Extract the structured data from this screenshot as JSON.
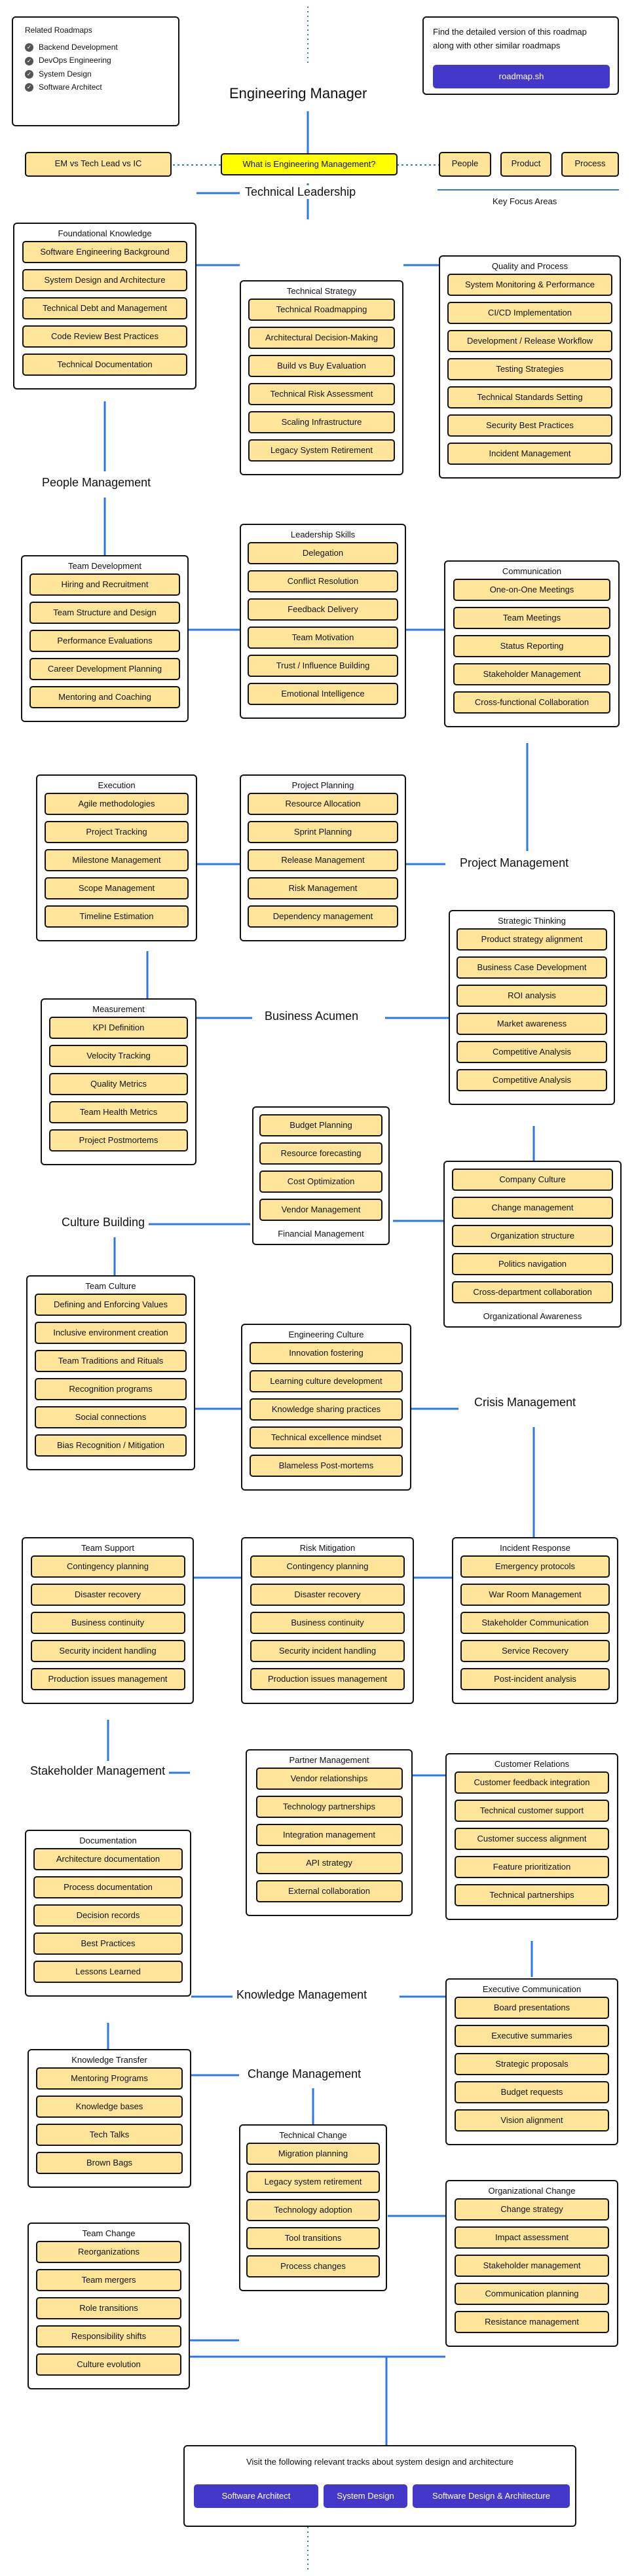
{
  "title": "Engineering Manager",
  "related": {
    "heading": "Related Roadmaps",
    "items": [
      "Backend Development",
      "DevOps Engineering",
      "System Design",
      "Software Architect"
    ]
  },
  "promo": {
    "text_line1": "Find the detailed version of this roadmap",
    "text_line2": "along with other similar roadmaps",
    "button": "roadmap.sh"
  },
  "intro": {
    "left": "EM vs Tech Lead vs IC",
    "center": "What is Engineering Management?",
    "right": [
      "People",
      "Product",
      "Process"
    ],
    "key_focus_label": "Key Focus Areas"
  },
  "headings": {
    "technical_leadership": "Technical Leadership",
    "people_management": "People Management",
    "project_management": "Project Management",
    "business_acumen": "Business Acumen",
    "culture_building": "Culture Building",
    "crisis_management": "Crisis Management",
    "stakeholder_management": "Stakeholder Management",
    "knowledge_management": "Knowledge Management",
    "change_management": "Change Management"
  },
  "groups": {
    "foundational": {
      "title": "Foundational Knowledge",
      "items": [
        "Software Engineering Background",
        "System Design and Architecture",
        "Technical Debt and Management",
        "Code Review Best Practices",
        "Technical Documentation"
      ]
    },
    "tech_strategy": {
      "title": "Technical Strategy",
      "items": [
        "Technical Roadmapping",
        "Architectural Decision-Making",
        "Build vs Buy Evaluation",
        "Technical Risk Assessment",
        "Scaling Infrastructure",
        "Legacy System Retirement"
      ]
    },
    "quality": {
      "title": "Quality and Process",
      "items": [
        "System Monitoring & Performance",
        "CI/CD Implementation",
        "Development / Release Workflow",
        "Testing Strategies",
        "Technical Standards Setting",
        "Security Best Practices",
        "Incident Management"
      ]
    },
    "team_dev": {
      "title": "Team Development",
      "items": [
        "Hiring and Recruitment",
        "Team Structure and Design",
        "Performance Evaluations",
        "Career Development Planning",
        "Mentoring and Coaching"
      ]
    },
    "leadership": {
      "title": "Leadership Skills",
      "items": [
        "Delegation",
        "Conflict Resolution",
        "Feedback Delivery",
        "Team Motivation",
        "Trust / Influence Building",
        "Emotional Intelligence"
      ]
    },
    "communication": {
      "title": "Communication",
      "items": [
        "One-on-One Meetings",
        "Team Meetings",
        "Status Reporting",
        "Stakeholder Management",
        "Cross-functional Collaboration"
      ]
    },
    "execution": {
      "title": "Execution",
      "items": [
        "Agile methodologies",
        "Project Tracking",
        "Milestone Management",
        "Scope Management",
        "Timeline Estimation"
      ]
    },
    "project_planning": {
      "title": "Project Planning",
      "items": [
        "Resource Allocation",
        "Sprint Planning",
        "Release Management",
        "Risk Management",
        "Dependency management"
      ]
    },
    "strategic": {
      "title": "Strategic Thinking",
      "items": [
        "Product strategy alignment",
        "Business Case Development",
        "ROI analysis",
        "Market awareness",
        "Competitive Analysis",
        "Competitive Analysis"
      ]
    },
    "measurement": {
      "title": "Measurement",
      "items": [
        "KPI Definition",
        "Velocity Tracking",
        "Quality Metrics",
        "Team Health Metrics",
        "Project Postmortems"
      ]
    },
    "financial": {
      "title": "Financial Management",
      "items": [
        "Budget Planning",
        "Resource forecasting",
        "Cost Optimization",
        "Vendor Management"
      ]
    },
    "org_awareness": {
      "title": "Organizational Awareness",
      "items": [
        "Company Culture",
        "Change management",
        "Organization structure",
        "Politics navigation",
        "Cross-department collaboration"
      ]
    },
    "team_culture": {
      "title": "Team Culture",
      "items": [
        "Defining and Enforcing Values",
        "Inclusive environment creation",
        "Team Traditions and Rituals",
        "Recognition programs",
        "Social connections",
        "Bias Recognition / Mitigation"
      ]
    },
    "eng_culture": {
      "title": "Engineering Culture",
      "items": [
        "Innovation fostering",
        "Learning culture development",
        "Knowledge sharing practices",
        "Technical excellence mindset",
        "Blameless Post-mortems"
      ]
    },
    "team_support": {
      "title": "Team Support",
      "items": [
        "Contingency planning",
        "Disaster recovery",
        "Business continuity",
        "Security incident handling",
        "Production issues management"
      ]
    },
    "risk_mitigation": {
      "title": "Risk Mitigation",
      "items": [
        "Contingency planning",
        "Disaster recovery",
        "Business continuity",
        "Security incident handling",
        "Production issues management"
      ]
    },
    "incident_response": {
      "title": "Incident Response",
      "items": [
        "Emergency protocols",
        "War Room Management",
        "Stakeholder Communication",
        "Service Recovery",
        "Post-incident analysis"
      ]
    },
    "partner_mgmt": {
      "title": "Partner Management",
      "items": [
        "Vendor relationships",
        "Technology partnerships",
        "Integration management",
        "API strategy",
        "External collaboration"
      ]
    },
    "customer_rel": {
      "title": "Customer Relations",
      "items": [
        "Customer feedback integration",
        "Technical customer support",
        "Customer success alignment",
        "Feature prioritization",
        "Technical partnerships"
      ]
    },
    "documentation": {
      "title": "Documentation",
      "items": [
        "Architecture documentation",
        "Process documentation",
        "Decision records",
        "Best Practices",
        "Lessons Learned"
      ]
    },
    "exec_comm": {
      "title": "Executive Communication",
      "items": [
        "Board presentations",
        "Executive summaries",
        "Strategic proposals",
        "Budget requests",
        "Vision alignment"
      ]
    },
    "knowledge_transfer": {
      "title": "Knowledge Transfer",
      "items": [
        "Mentoring Programs",
        "Knowledge bases",
        "Tech Talks",
        "Brown Bags"
      ]
    },
    "technical_change": {
      "title": "Technical Change",
      "items": [
        "Migration planning",
        "Legacy system retirement",
        "Technology adoption",
        "Tool transitions",
        "Process changes"
      ]
    },
    "org_change": {
      "title": "Organizational Change",
      "items": [
        "Change strategy",
        "Impact assessment",
        "Stakeholder management",
        "Communication planning",
        "Resistance management"
      ]
    },
    "team_change": {
      "title": "Team Change",
      "items": [
        "Reorganizations",
        "Team mergers",
        "Role transitions",
        "Responsibility shifts",
        "Culture evolution"
      ]
    }
  },
  "footer": {
    "text": "Visit the following relevant tracks about system design and architecture",
    "buttons": [
      "Software Architect",
      "System Design",
      "Software Design & Architecture"
    ]
  },
  "colors": {
    "line": "#2b78e4",
    "item_fill": "#ffe599",
    "topic_fill": "#ffff00",
    "button": "#4338ca"
  }
}
